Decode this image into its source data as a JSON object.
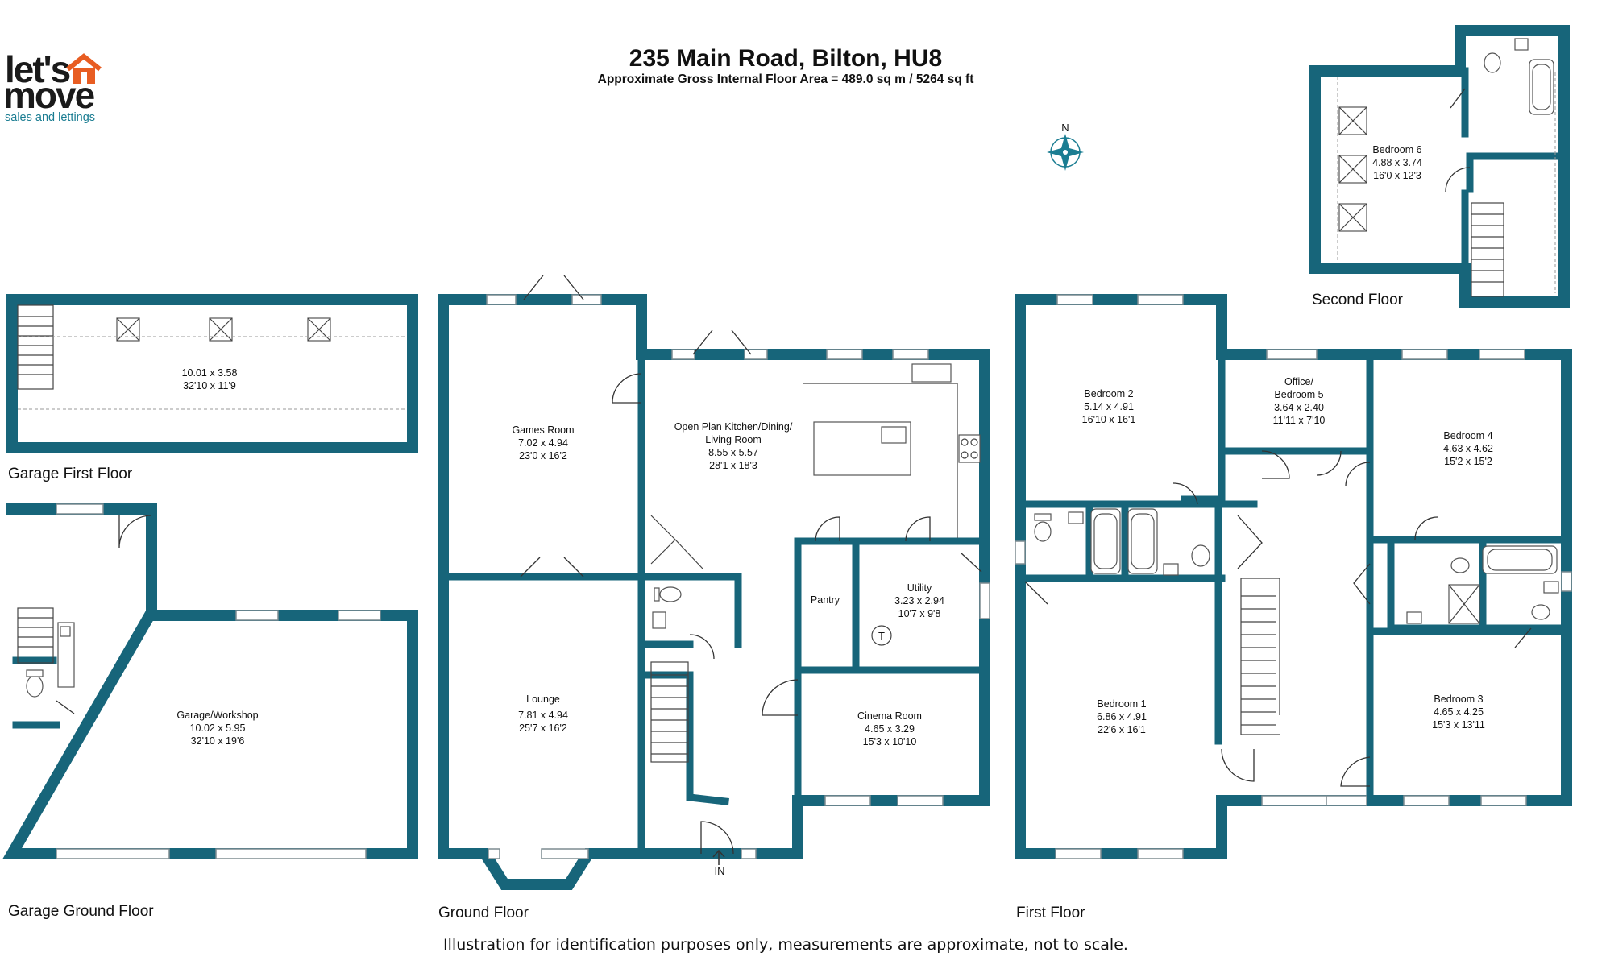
{
  "header": {
    "title": "235 Main Road, Bilton, HU8",
    "subtitle": "Approximate Gross Internal Floor Area = 489.0 sq m / 5264 sq ft"
  },
  "logo": {
    "name": "let's move",
    "tagline": "sales and lettings",
    "icon": "house-icon",
    "brand_color": "#1b7d92"
  },
  "compass": {
    "label": "N",
    "icon": "compass-icon"
  },
  "floors": {
    "garage_first": "Garage First Floor",
    "garage_ground": "Garage Ground Floor",
    "ground": "Ground Floor",
    "first": "First Floor",
    "second": "Second Floor"
  },
  "rooms": {
    "garage_loft": {
      "name": "",
      "metric": "10.01 x 3.58",
      "imperial": "32'10 x 11'9"
    },
    "garage_workshop": {
      "name": "Garage/Workshop",
      "metric": "10.02 x 5.95",
      "imperial": "32'10 x 19'6"
    },
    "games_room": {
      "name": "Games Room",
      "metric": "7.02 x 4.94",
      "imperial": "23'0 x 16'2"
    },
    "lounge": {
      "name": "Lounge",
      "metric": "7.81 x 4.94",
      "imperial": "25'7 x 16'2"
    },
    "kitchen": {
      "name_line1": "Open Plan Kitchen/Dining/",
      "name_line2": "Living Room",
      "metric": "8.55 x 5.57",
      "imperial": "28'1 x 18'3"
    },
    "pantry": {
      "name": "Pantry"
    },
    "utility": {
      "name": "Utility",
      "metric": "3.23 x 2.94",
      "imperial": "10'7 x 9'8"
    },
    "cinema": {
      "name": "Cinema Room",
      "metric": "4.65 x 3.29",
      "imperial": "15'3 x 10'10"
    },
    "bedroom1": {
      "name": "Bedroom 1",
      "metric": "6.86 x 4.91",
      "imperial": "22'6 x 16'1"
    },
    "bedroom2": {
      "name": "Bedroom 2",
      "metric": "5.14 x 4.91",
      "imperial": "16'10 x 16'1"
    },
    "bedroom3": {
      "name": "Bedroom 3",
      "metric": "4.65 x 4.25",
      "imperial": "15'3 x 13'11"
    },
    "bedroom4": {
      "name": "Bedroom 4",
      "metric": "4.63 x 4.62",
      "imperial": "15'2 x 15'2"
    },
    "office": {
      "name_line1": "Office/",
      "name_line2": "Bedroom 5",
      "metric": "3.64 x 2.40",
      "imperial": "11'11 x 7'10"
    },
    "bedroom6": {
      "name": "Bedroom 6",
      "metric": "4.88 x 3.74",
      "imperial": "16'0 x 12'3"
    }
  },
  "markers": {
    "entrance": "IN",
    "tank": "T"
  },
  "disclaimer": "Illustration for identification purposes only, measurements are approximate, not to scale.",
  "colors": {
    "wall": "#17657a",
    "window": "#ffffff",
    "text": "#111111"
  }
}
